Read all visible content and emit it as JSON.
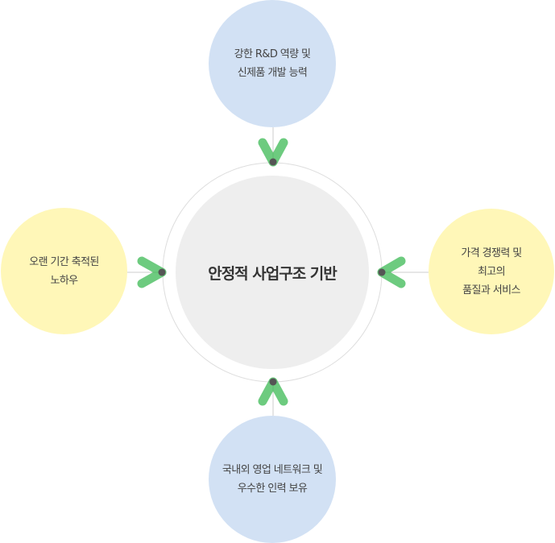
{
  "center": {
    "label": "안정적 사업구조 기반"
  },
  "nodes": {
    "top": {
      "lines": [
        "강한 R&D 역량 및",
        "신제품 개발 능력"
      ]
    },
    "left": {
      "lines": [
        "오랜 기간 축적된",
        "노하우"
      ]
    },
    "right": {
      "lines": [
        "가격 경쟁력 및",
        "최고의",
        "품질과 서비스"
      ]
    },
    "bottom": {
      "lines": [
        "국내외 영업 네트워크 및",
        "우수한 인력 보유"
      ]
    }
  },
  "colors": {
    "blue_node": "#d2e1f4",
    "yellow_node": "#fff7b8",
    "center_fill": "#eeeeee",
    "ring": "#dddddd",
    "arrow": "#5cc46e",
    "dot": "#555555"
  }
}
